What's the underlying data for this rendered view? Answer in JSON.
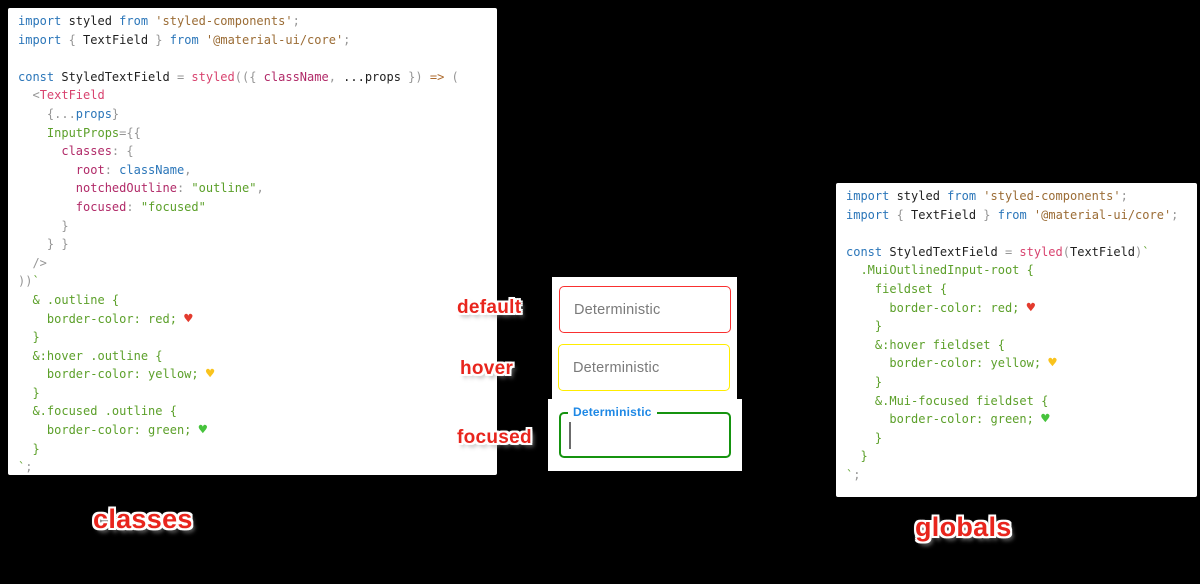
{
  "captions": {
    "left": "classes",
    "right": "globals"
  },
  "state_labels": {
    "default": "default",
    "hover": "hover",
    "focused": "focused"
  },
  "fields": {
    "default": {
      "text": "Deterministic",
      "border_color": "#f93030"
    },
    "hover": {
      "text": "Deterministic",
      "border_color": "#ffed00"
    },
    "focused": {
      "label": "Deterministic",
      "border_color": "#15930f",
      "label_color": "#1e88e5"
    }
  },
  "code_left": {
    "lines": [
      [
        [
          "kw",
          "import"
        ],
        [
          "blk",
          " styled "
        ],
        [
          "kw",
          "from"
        ],
        [
          "str",
          " 'styled-components'"
        ],
        [
          "pun",
          ";"
        ]
      ],
      [
        [
          "kw",
          "import"
        ],
        [
          "pun",
          " { "
        ],
        [
          "blk",
          "TextField"
        ],
        [
          "pun",
          " } "
        ],
        [
          "kw",
          "from"
        ],
        [
          "str",
          " '@material-ui/core'"
        ],
        [
          "pun",
          ";"
        ]
      ],
      [],
      [
        [
          "kw",
          "const"
        ],
        [
          "blk",
          " StyledTextField "
        ],
        [
          "pun",
          "= "
        ],
        [
          "pink",
          "styled"
        ],
        [
          "pun",
          "(({ "
        ],
        [
          "key",
          "className"
        ],
        [
          "pun",
          ", "
        ],
        [
          "blk",
          "...props"
        ],
        [
          "pun",
          " }) "
        ],
        [
          "arr",
          "=>"
        ],
        [
          "pun",
          " ("
        ]
      ],
      [
        [
          "pun",
          "  <"
        ],
        [
          "pink",
          "TextField"
        ]
      ],
      [
        [
          "pun",
          "    {..."
        ],
        [
          "var",
          "props"
        ],
        [
          "pun",
          "}"
        ]
      ],
      [
        [
          "grn",
          "    InputProps"
        ],
        [
          "pun",
          "={{"
        ]
      ],
      [
        [
          "key",
          "      classes"
        ],
        [
          "pun",
          ": {"
        ]
      ],
      [
        [
          "key",
          "        root"
        ],
        [
          "pun",
          ": "
        ],
        [
          "var",
          "className"
        ],
        [
          "pun",
          ","
        ]
      ],
      [
        [
          "key",
          "        notchedOutline"
        ],
        [
          "pun",
          ": "
        ],
        [
          "grn",
          "\"outline\""
        ],
        [
          "pun",
          ","
        ]
      ],
      [
        [
          "key",
          "        focused"
        ],
        [
          "pun",
          ": "
        ],
        [
          "grn",
          "\"focused\""
        ]
      ],
      [
        [
          "pun",
          "      }"
        ]
      ],
      [
        [
          "pun",
          "    } }"
        ]
      ],
      [
        [
          "pun",
          "  />"
        ]
      ],
      [
        [
          "pun",
          "))"
        ],
        [
          "grn",
          "`"
        ]
      ],
      [
        [
          "grn",
          "  & .outline {"
        ]
      ],
      [
        [
          "grn",
          "    border-color: red; "
        ],
        [
          "hr",
          "♥"
        ]
      ],
      [
        [
          "grn",
          "  }"
        ]
      ],
      [
        [
          "grn",
          "  &:hover .outline {"
        ]
      ],
      [
        [
          "grn",
          "    border-color: yellow; "
        ],
        [
          "hy",
          "♥"
        ]
      ],
      [
        [
          "grn",
          "  }"
        ]
      ],
      [
        [
          "grn",
          "  &.focused .outline {"
        ]
      ],
      [
        [
          "grn",
          "    border-color: green; "
        ],
        [
          "hg",
          "♥"
        ]
      ],
      [
        [
          "grn",
          "  }"
        ]
      ],
      [
        [
          "grn",
          "`"
        ],
        [
          "pun",
          ";"
        ]
      ]
    ]
  },
  "code_right": {
    "lines": [
      [
        [
          "kw",
          "import"
        ],
        [
          "blk",
          " styled "
        ],
        [
          "kw",
          "from"
        ],
        [
          "str",
          " 'styled-components'"
        ],
        [
          "pun",
          ";"
        ]
      ],
      [
        [
          "kw",
          "import"
        ],
        [
          "pun",
          " { "
        ],
        [
          "blk",
          "TextField"
        ],
        [
          "pun",
          " } "
        ],
        [
          "kw",
          "from"
        ],
        [
          "str",
          " '@material-ui/core'"
        ],
        [
          "pun",
          ";"
        ]
      ],
      [],
      [
        [
          "kw",
          "const"
        ],
        [
          "blk",
          " StyledTextField "
        ],
        [
          "pun",
          "= "
        ],
        [
          "pink",
          "styled"
        ],
        [
          "pun",
          "("
        ],
        [
          "blk",
          "TextField"
        ],
        [
          "pun",
          ")"
        ],
        [
          "grn",
          "`"
        ]
      ],
      [
        [
          "grn",
          "  .MuiOutlinedInput-root {"
        ]
      ],
      [
        [
          "grn",
          "    fieldset {"
        ]
      ],
      [
        [
          "grn",
          "      border-color: red; "
        ],
        [
          "hr",
          "♥"
        ]
      ],
      [
        [
          "grn",
          "    }"
        ]
      ],
      [
        [
          "grn",
          "    &:hover fieldset {"
        ]
      ],
      [
        [
          "grn",
          "      border-color: yellow; "
        ],
        [
          "hy",
          "♥"
        ]
      ],
      [
        [
          "grn",
          "    }"
        ]
      ],
      [
        [
          "grn",
          "    &.Mui-focused fieldset {"
        ]
      ],
      [
        [
          "grn",
          "      border-color: green; "
        ],
        [
          "hg",
          "♥"
        ]
      ],
      [
        [
          "grn",
          "    }"
        ]
      ],
      [
        [
          "grn",
          "  }"
        ]
      ],
      [
        [
          "grn",
          "`"
        ],
        [
          "pun",
          ";"
        ]
      ]
    ]
  }
}
